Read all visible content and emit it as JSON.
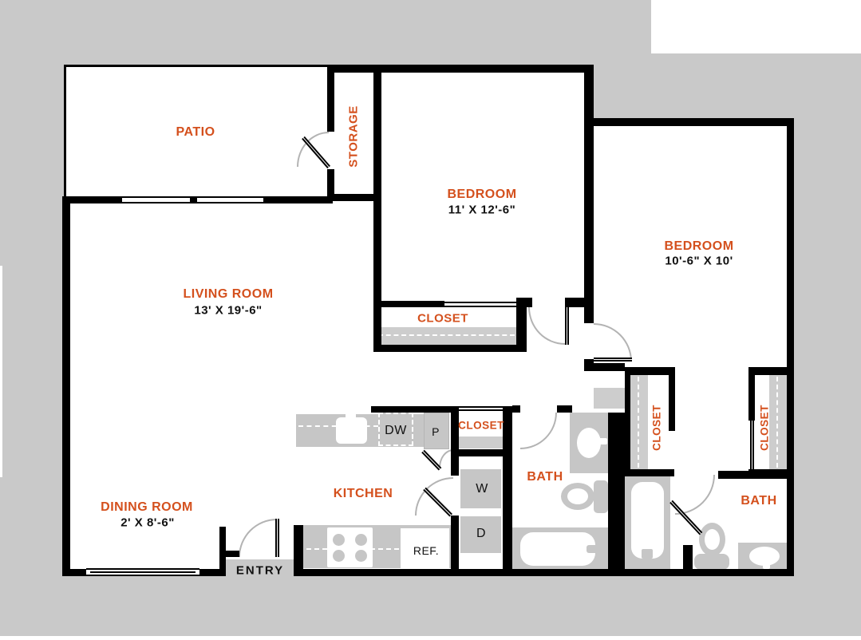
{
  "palette": {
    "background": "#c9c9c9",
    "floor": "#ffffff",
    "wall": "#000000",
    "accent_orange": "#d4501d",
    "fixture_gray": "#c6c6c6",
    "door_arc_gray": "#b3b3b3",
    "text_black": "#111111"
  },
  "rooms": {
    "patio": {
      "label": "PATIO"
    },
    "storage": {
      "label": "STORAGE"
    },
    "bedroom_1": {
      "label": "BEDROOM",
      "dimensions": "11' X 12'-6\""
    },
    "bedroom_2": {
      "label": "BEDROOM",
      "dimensions": "10'-6\" X 10'"
    },
    "living_room": {
      "label": "LIVING ROOM",
      "dimensions": "13' X 19'-6\""
    },
    "dining_room": {
      "label": "DINING ROOM",
      "dimensions": "2' X 8'-6\""
    },
    "kitchen": {
      "label": "KITCHEN"
    },
    "bath_1": {
      "label": "BATH"
    },
    "bath_2": {
      "label": "BATH"
    },
    "entry": {
      "label": "ENTRY"
    },
    "closet_bedroom_1": {
      "label": "CLOSET"
    },
    "closet_hall": {
      "label": "CLOSET"
    },
    "closet_bedroom_2_left": {
      "label": "CLOSET"
    },
    "closet_bedroom_2_right": {
      "label": "CLOSET"
    }
  },
  "appliances": {
    "dishwasher": {
      "label": "DW"
    },
    "pantry": {
      "label": "P"
    },
    "washer": {
      "label": "W"
    },
    "dryer": {
      "label": "D"
    },
    "refrigerator": {
      "label": "REF."
    }
  }
}
